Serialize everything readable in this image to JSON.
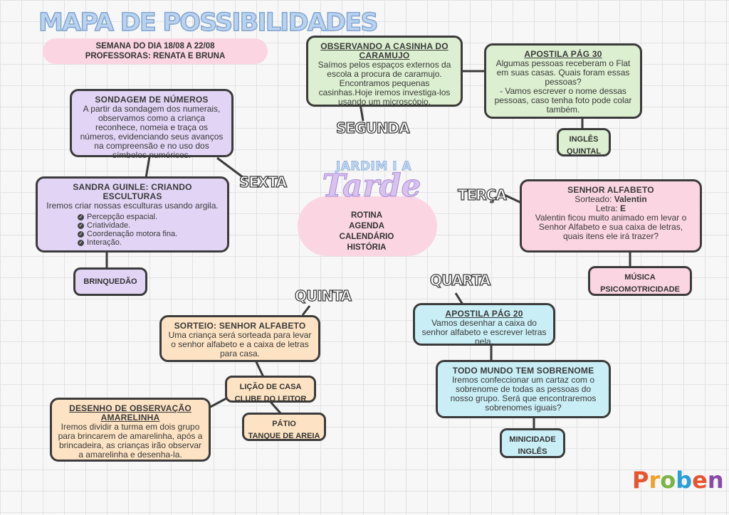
{
  "header": {
    "title": "MAPA DE POSSIBILIDADES",
    "week": "SEMANA DO DIA 18/08 A 22/08",
    "teachers": "PROFESSORAS: RENATA E BRUNA"
  },
  "center": {
    "class_name": "JARDIM I A",
    "shift": "Tarde",
    "items": [
      "ROTINA",
      "AGENDA",
      "CALENDÁRIO",
      "HISTÓRIA"
    ]
  },
  "days": {
    "segunda": "SEGUNDA",
    "terca": "TERÇA",
    "quarta": "QUARTA",
    "quinta": "QUINTA",
    "sexta": "SEXTA"
  },
  "segunda": {
    "observando": {
      "title": "OBSERVANDO A CASINHA DO CARAMUJO",
      "text": "Saímos pelos espaços externos da escola a procura de caramujo. Encontramos pequenas casinhas.Hoje iremos investiga-los usando um microscópio."
    },
    "apostila": {
      "title": "APOSTILA PÁG 30",
      "text": "Algumas pessoas receberam o Flat em suas casas. Quais foram essas pessoas?\n- Vamos escrever o nome dessas pessoas, caso tenha foto pode colar também."
    },
    "tags": [
      "INGLÊS",
      "QUINTAL"
    ]
  },
  "terca": {
    "alfabeto": {
      "title": "SENHOR ALFABETO",
      "sorteado_label": "Sorteado:",
      "sorteado_value": "Valentin",
      "letra_label": "Letra:",
      "letra_value": "E",
      "text": "Valentin ficou muito animado em levar o Senhor Alfabeto e sua caixa de letras, quais itens ele irá trazer?"
    },
    "tags": [
      "MÚSICA",
      "PSICOMOTRICIDADE"
    ]
  },
  "quarta": {
    "apostila": {
      "title": "APOSTILA PÁG 20",
      "text": "Vamos desenhar a caixa do senhor alfabeto e escrever letras nela."
    },
    "sobrenome": {
      "title": "TODO MUNDO TEM SOBRENOME",
      "text": "Iremos confeccionar um cartaz com o sobrenome de todas as pessoas do nosso grupo. Será que encontraremos sobrenomes iguais?"
    },
    "tags": [
      "MINICIDADE",
      "INGLÊS"
    ]
  },
  "quinta": {
    "sorteio": {
      "title": "SORTEIO: SENHOR ALFABETO",
      "text": "Uma criança será sorteada para levar o senhor alfabeto e a caixa de letras para casa."
    },
    "tags1": [
      "LIÇÃO DE CASA",
      "CLUBE DO LEITOR"
    ],
    "desenho": {
      "title": "DESENHO DE OBSERVAÇÃO AMARELINHA",
      "text": "Iremos dividir a turma em dois grupo para brincarem de amarelinha, após a brincadeira, as crianças irão observar a amarelinha e desenha-la."
    },
    "tags2": [
      "PÁTIO",
      "TANQUE DE AREIA"
    ]
  },
  "sexta": {
    "sondagem": {
      "title": "SONDAGEM DE NÚMEROS",
      "text": "A partir da sondagem dos numerais, observamos como a criança reconhece, nomeia e traça os números, evidenciando seus avanços na compreensão e no uso dos símbolos numéricos."
    },
    "sandra": {
      "title": "SANDRA GUINLE: CRIANDO ESCULTURAS",
      "text": "Iremos criar nossas esculturas usando argila.",
      "checks": [
        "Percepção espacial.",
        "Criatividade.",
        "Coordenação motora fina.",
        "Interação."
      ]
    },
    "tags": [
      "BRINQUEDÃO"
    ]
  },
  "logo": [
    "P",
    "r",
    "o",
    "b",
    "e",
    "n"
  ]
}
